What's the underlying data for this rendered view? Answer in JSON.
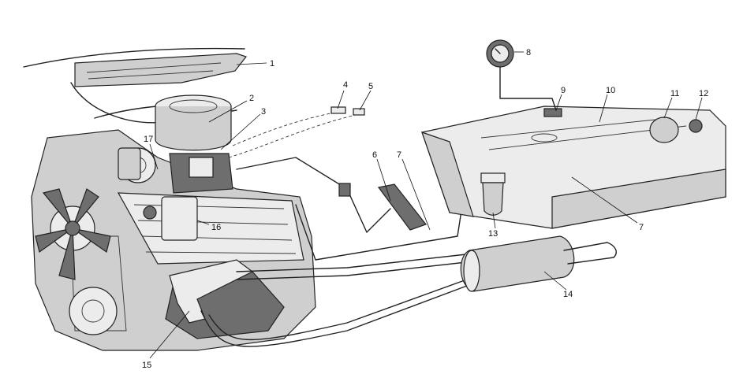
{
  "labels": [
    {
      "id": "air-filter",
      "text": "1"
    },
    {
      "id": "air-filter-housing",
      "text": "2"
    },
    {
      "id": "carburetor",
      "text": "3"
    },
    {
      "id": "choke-control",
      "text": "4"
    },
    {
      "id": "throttle-control",
      "text": "5"
    },
    {
      "id": "accelerator-pedal",
      "text": "6"
    },
    {
      "id": "fuel-line-front",
      "text": "7"
    },
    {
      "id": "fuel-gauge",
      "text": "8"
    },
    {
      "id": "filler-neck",
      "text": "9"
    },
    {
      "id": "fuel-tank",
      "text": "10"
    },
    {
      "id": "tank-sender",
      "text": "11"
    },
    {
      "id": "tank-cap",
      "text": "12"
    },
    {
      "id": "fuel-filter",
      "text": "13"
    },
    {
      "id": "muffler",
      "text": "14"
    },
    {
      "id": "exhaust-manifold",
      "text": "15"
    },
    {
      "id": "fuel-pump",
      "text": "16"
    },
    {
      "id": "pump-outlet",
      "text": "17"
    },
    {
      "id": "fuel-line-rear",
      "text": "7"
    }
  ],
  "colors": {
    "ink": "#222222",
    "shade": "#cfcfcf",
    "dark": "#6e6e6e",
    "paper": "#ffffff"
  }
}
